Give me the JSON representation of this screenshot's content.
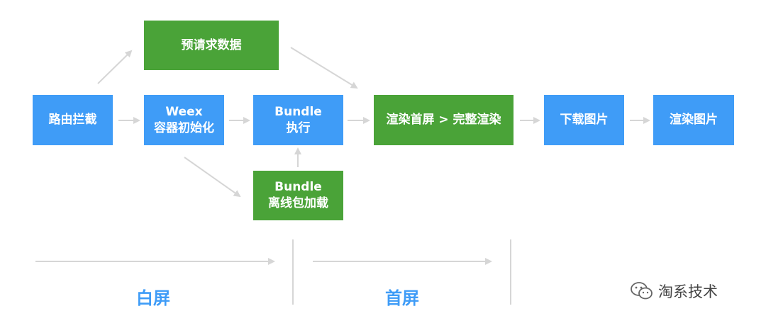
{
  "nodes": {
    "route": "路由拦截",
    "weex_line1": "Weex",
    "weex_line2": "容器初始化",
    "prefetch": "预请求数据",
    "exec_line1": "Bundle",
    "exec_line2": "执行",
    "offline_line1": "Bundle",
    "offline_line2": "离线包加载",
    "render": "渲染首屏 > 完整渲染",
    "download": "下载图片",
    "render_img": "渲染图片"
  },
  "phases": {
    "white": "白屏",
    "first": "首屏"
  },
  "watermark": {
    "text": "淘系技术",
    "icon": "wechat-icon"
  },
  "colors": {
    "blue": "#3f9cf7",
    "green": "#4aa338",
    "arrow": "#d6d6d6"
  }
}
